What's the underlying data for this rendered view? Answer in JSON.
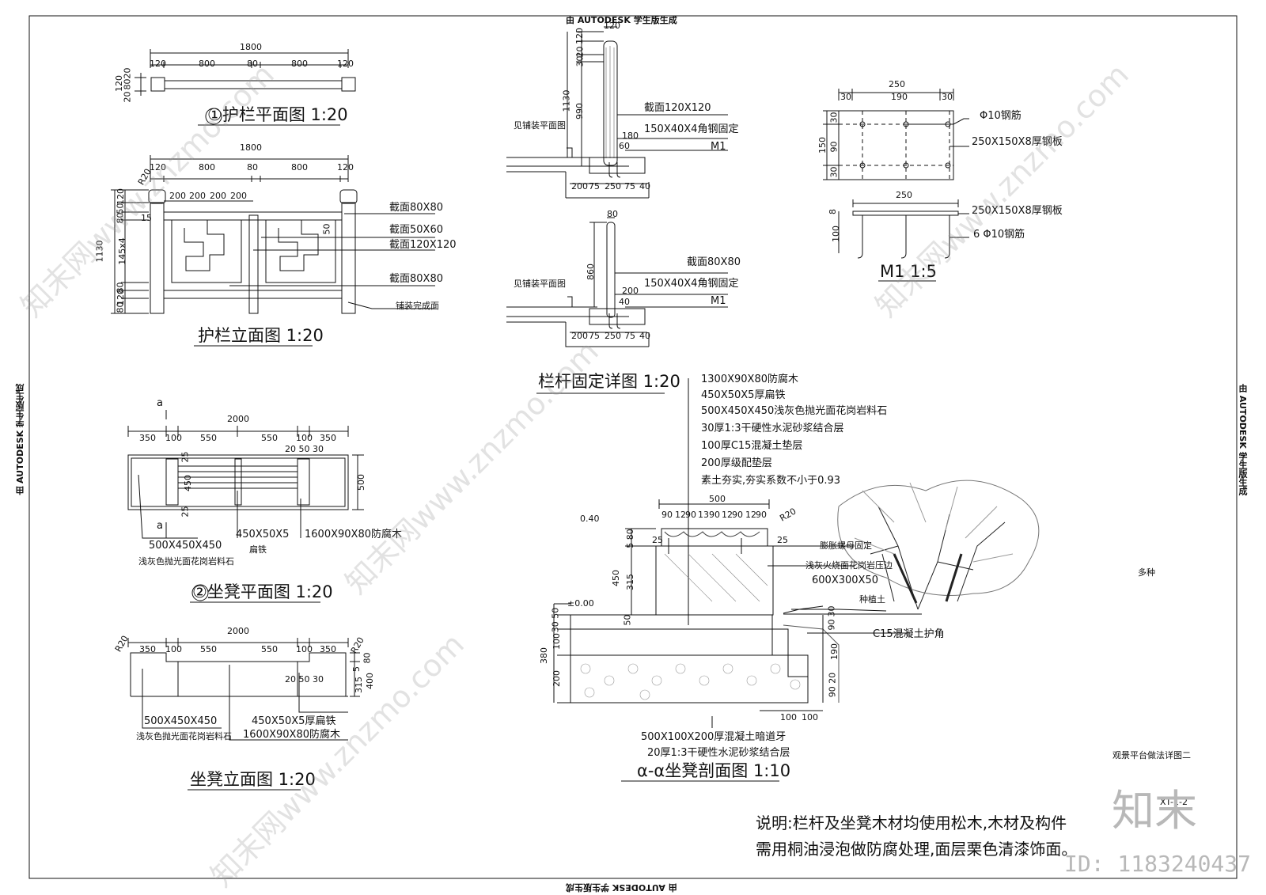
{
  "banner": {
    "top": "由 AUTODESK 学生版生成",
    "bottom": "由 AUTODESK 学生版生成",
    "left": "由 AUTODESK 学生版生成",
    "right": "由 AUTODESK 学生版生成"
  },
  "guardrail_plan": {
    "title": "①护栏平面图 1:20",
    "dims_top": [
      "1800",
      "120",
      "800",
      "80",
      "800",
      "120"
    ],
    "dims_left": [
      "120",
      "20",
      "80",
      "20"
    ]
  },
  "guardrail_elev": {
    "title": "护栏立面图 1:20",
    "dims_top": [
      "1800",
      "120",
      "800",
      "80",
      "800",
      "120"
    ],
    "dims_sub": [
      "200",
      "200",
      "200",
      "200"
    ],
    "dims_left": [
      "1130",
      "120",
      "50",
      "80",
      "145x4",
      "80",
      "120",
      "80"
    ],
    "r20": "R20",
    "d15": "15",
    "d50": "50",
    "labels": [
      "截面80X80",
      "截面50X60",
      "截面120X120",
      "截面80X80",
      "铺装完成面"
    ]
  },
  "rail_fix": {
    "title": "栏杆固定详图 1:20",
    "upper": {
      "top": [
        "120"
      ],
      "left": [
        "120",
        "20",
        "30",
        "1130",
        "990"
      ],
      "labels": [
        "见铺装平面图",
        "截面120X120",
        "150X40X4角钢固定",
        "M1"
      ],
      "d180": "180",
      "d60": "60",
      "bottom": [
        "200",
        "75",
        "250",
        "75",
        "40"
      ]
    },
    "lower": {
      "top": [
        "80"
      ],
      "left": [
        "860"
      ],
      "labels": [
        "见铺装平面图",
        "截面80X80",
        "150X40X4角钢固定",
        "M1"
      ],
      "d200": "200",
      "d40": "40",
      "bottom": [
        "200",
        "75",
        "250",
        "75",
        "40"
      ]
    }
  },
  "m1": {
    "title": "M1 1:5",
    "plan_top": [
      "250",
      "30",
      "190",
      "30"
    ],
    "plan_left": [
      "150",
      "30",
      "90",
      "30"
    ],
    "labels": [
      "Φ10钢筋",
      "250X150X8厚钢板",
      "250X150X8厚钢板",
      "6 Φ10钢筋"
    ],
    "sec_top": "250",
    "sec_left": [
      "8",
      "100"
    ]
  },
  "bench_plan": {
    "title": "②坐凳平面图 1:20",
    "cut": "a",
    "dims_top": [
      "2000",
      "350",
      "100",
      "550",
      "550",
      "100",
      "350"
    ],
    "dims_small": "20 50 30",
    "dims_inner": [
      "25",
      "450",
      "25"
    ],
    "dims_right": "500",
    "labels": [
      "500X450X450",
      "浅灰色抛光面花岗岩料石",
      "450X50X5",
      "扁铁",
      "1600X90X80防腐木"
    ]
  },
  "bench_elev": {
    "title": "坐凳立面图 1:20",
    "dims_top": [
      "2000",
      "350",
      "100",
      "550",
      "550",
      "100",
      "350"
    ],
    "dims_small": "20 50 30",
    "dims_right": [
      "80",
      "5",
      "315",
      "400"
    ],
    "r20": "R20",
    "labels": [
      "500X450X450",
      "浅灰色抛光面花岗岩料石",
      "450X50X5厚扁铁",
      "1600X90X80防腐木"
    ]
  },
  "section": {
    "title": "α-α坐凳剖面图 1:10",
    "layers": [
      "1300X90X80防腐木",
      "450X50X5厚扁铁",
      "500X450X450浅灰色抛光面花岗岩料石",
      "30厚1:3干硬性水泥砂浆结合层",
      "100厚C15混凝土垫层",
      "200厚级配垫层",
      "素土夯实,夯实系数不小于0.93"
    ],
    "dims_top": [
      "500",
      "90",
      "12",
      "90",
      "13",
      "90",
      "12",
      "90",
      "12",
      "90"
    ],
    "r20": "R20",
    "d25": "25",
    "dims_left": [
      "0.40",
      "5 80",
      "450",
      "315",
      "±0.00",
      "30 50",
      "100",
      "380",
      "200"
    ],
    "d50": "50",
    "labels_right": [
      "膨胀螺母固定",
      "浅灰火烧面花岗岩压边",
      "600X300X50",
      "种植土",
      "C15混凝土护角"
    ],
    "dims_right": [
      "30",
      "90",
      "190",
      "90 20"
    ],
    "dims_bottom": [
      "100",
      "100"
    ],
    "labels_bottom": [
      "500X100X200厚混凝土暗道牙",
      "20厚1:3干硬性水泥砂浆结合层"
    ]
  },
  "plant_label": "多种",
  "sheet_title": "观景平台做法详图二",
  "sheet_code": "XT-1-2",
  "notes": [
    "说明:栏杆及坐凳木材均使用松木,木材及构件",
    "需用桐油浸泡做防腐处理,面层栗色清漆饰面。"
  ],
  "watermark": {
    "logo": "知末",
    "id": "ID: 1183240437",
    "diag": "知末网www.znzmo.com"
  },
  "colors": {
    "line": "#111111",
    "watermark": "#b8b8b8"
  }
}
